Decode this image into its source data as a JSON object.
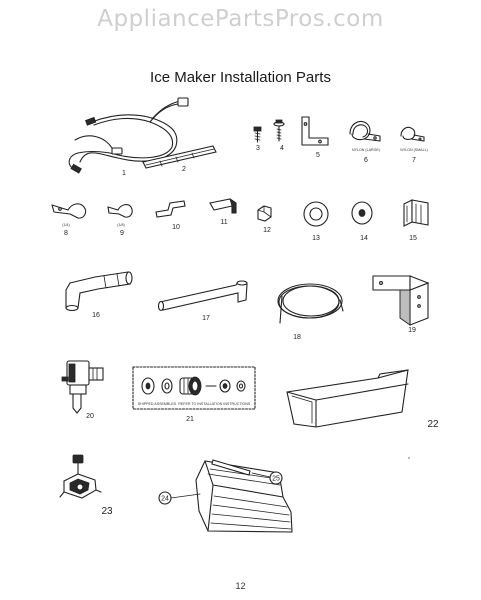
{
  "watermark": "AppliancePartsPros.com",
  "title": "Ice Maker Installation Parts",
  "page_number": "12",
  "part_labels": {
    "p1": "1",
    "p2": "2",
    "p3": "3",
    "p4": "4",
    "p5": "5",
    "p6": "6",
    "p7": "7",
    "p8": "8",
    "p9": "9",
    "p10": "10",
    "p11": "11",
    "p12": "12",
    "p13": "13",
    "p14": "14",
    "p15": "15",
    "p16": "16",
    "p17": "17",
    "p18": "18",
    "p19": "19",
    "p20": "20",
    "p21": "21",
    "p22": "22",
    "p23": "23",
    "p24": "24",
    "p25": "25"
  },
  "sublabels": {
    "p6_note": "NYLON (LARGE)",
    "p7_note": "NYLON (SMALL)",
    "p8_note": "(1/4)",
    "p9_note": "(1/8)",
    "p21_note": "SHIPPED ASSEMBLED. REFER TO INSTALLATION INSTRUCTIONS"
  }
}
